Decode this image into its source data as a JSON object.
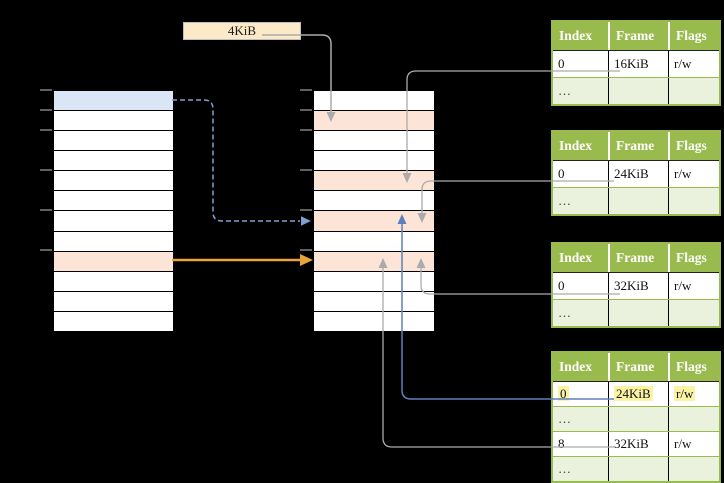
{
  "page_size_label": "4KiB",
  "colors": {
    "background": "#000000",
    "row-blue": "#DAE5F5",
    "row-orange": "#FCE4D6",
    "label-box-bg": "#FBE9C7",
    "label-box-border": "#BFBFBF",
    "table-green": "#99BB4D",
    "table-light-green": "#EAF1DC",
    "connector-gray": "#ABABAB",
    "connector-blue": "#5C80BA",
    "connector-blue-dashed": "#7E9FD2",
    "connector-orange": "#E8A33A",
    "tick-gray": "#808080",
    "highlight-yellow": "#FAF3A3"
  },
  "left_page_table": {
    "row_count": 12,
    "row_fills": [
      "blue",
      "",
      "",
      "",
      "",
      "",
      "",
      "",
      "orange",
      "",
      "",
      ""
    ]
  },
  "middle_page_table": {
    "row_count": 12,
    "row_fills": [
      "",
      "orange",
      "",
      "",
      "orange",
      "",
      "orange",
      "",
      "orange",
      "",
      "",
      ""
    ]
  },
  "frame_tables": [
    {
      "headers": [
        "Index",
        "Frame",
        "Flags"
      ],
      "rows": [
        {
          "cells": [
            "0",
            "16KiB",
            "r/w"
          ]
        },
        {
          "cells": [
            "…",
            "",
            ""
          ],
          "dim": true
        }
      ]
    },
    {
      "headers": [
        "Index",
        "Frame",
        "Flags"
      ],
      "rows": [
        {
          "cells": [
            "0",
            "24KiB",
            "r/w"
          ]
        },
        {
          "cells": [
            "…",
            "",
            ""
          ],
          "dim": true
        }
      ]
    },
    {
      "headers": [
        "Index",
        "Frame",
        "Flags"
      ],
      "rows": [
        {
          "cells": [
            "0",
            "32KiB",
            "r/w"
          ]
        },
        {
          "cells": [
            "…",
            "",
            ""
          ],
          "dim": true
        }
      ]
    },
    {
      "headers": [
        "Index",
        "Frame",
        "Flags"
      ],
      "rows": [
        {
          "cells": [
            "0",
            "24KiB",
            "r/w"
          ],
          "highlight": true
        },
        {
          "cells": [
            "…",
            "",
            ""
          ],
          "dim": true
        },
        {
          "cells": [
            "8",
            "32KiB",
            "r/w"
          ]
        },
        {
          "cells": [
            "…",
            "",
            ""
          ],
          "dim": true
        }
      ]
    }
  ]
}
